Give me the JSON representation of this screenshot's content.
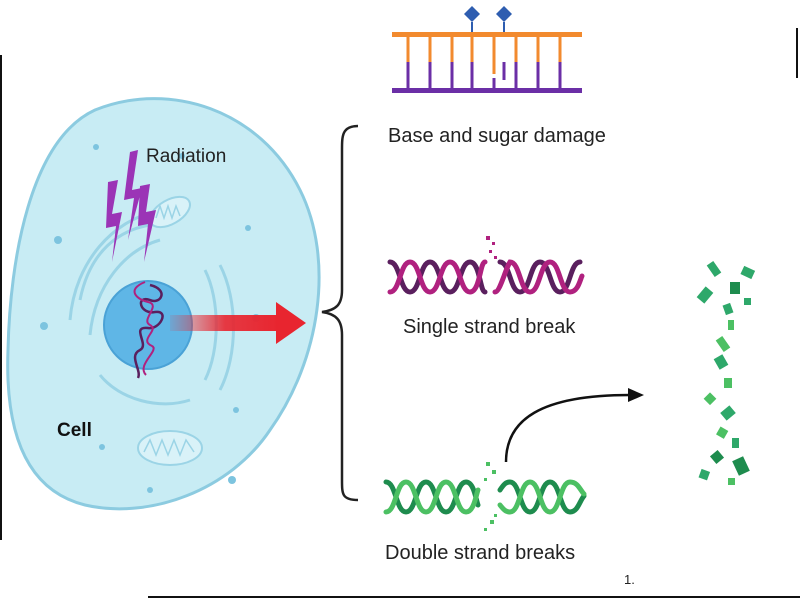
{
  "labels": {
    "radiation": "Radiation",
    "cell": "Cell",
    "base_sugar_damage": "Base and sugar damage",
    "single_strand_break": "Single strand break",
    "double_strand_breaks": "Double strand breaks",
    "corner_fragment": "1."
  },
  "colors": {
    "cell_body": "#c8ecf4",
    "cell_outline": "#8ccbe0",
    "nucleus": "#5fb6e6",
    "radiation_bolt": "#9b34b6",
    "arrow": "#e8252f",
    "dna_orange": "#f28a2e",
    "dna_purple": "#6b2fa6",
    "dna_blue_marker": "#2e5db0",
    "single_strand_dark": "#5a1f5e",
    "single_strand_magenta": "#b0217f",
    "double_strand_dark": "#1e8c4e",
    "double_strand_light": "#4cc063",
    "fragments": "#2ea86a"
  }
}
